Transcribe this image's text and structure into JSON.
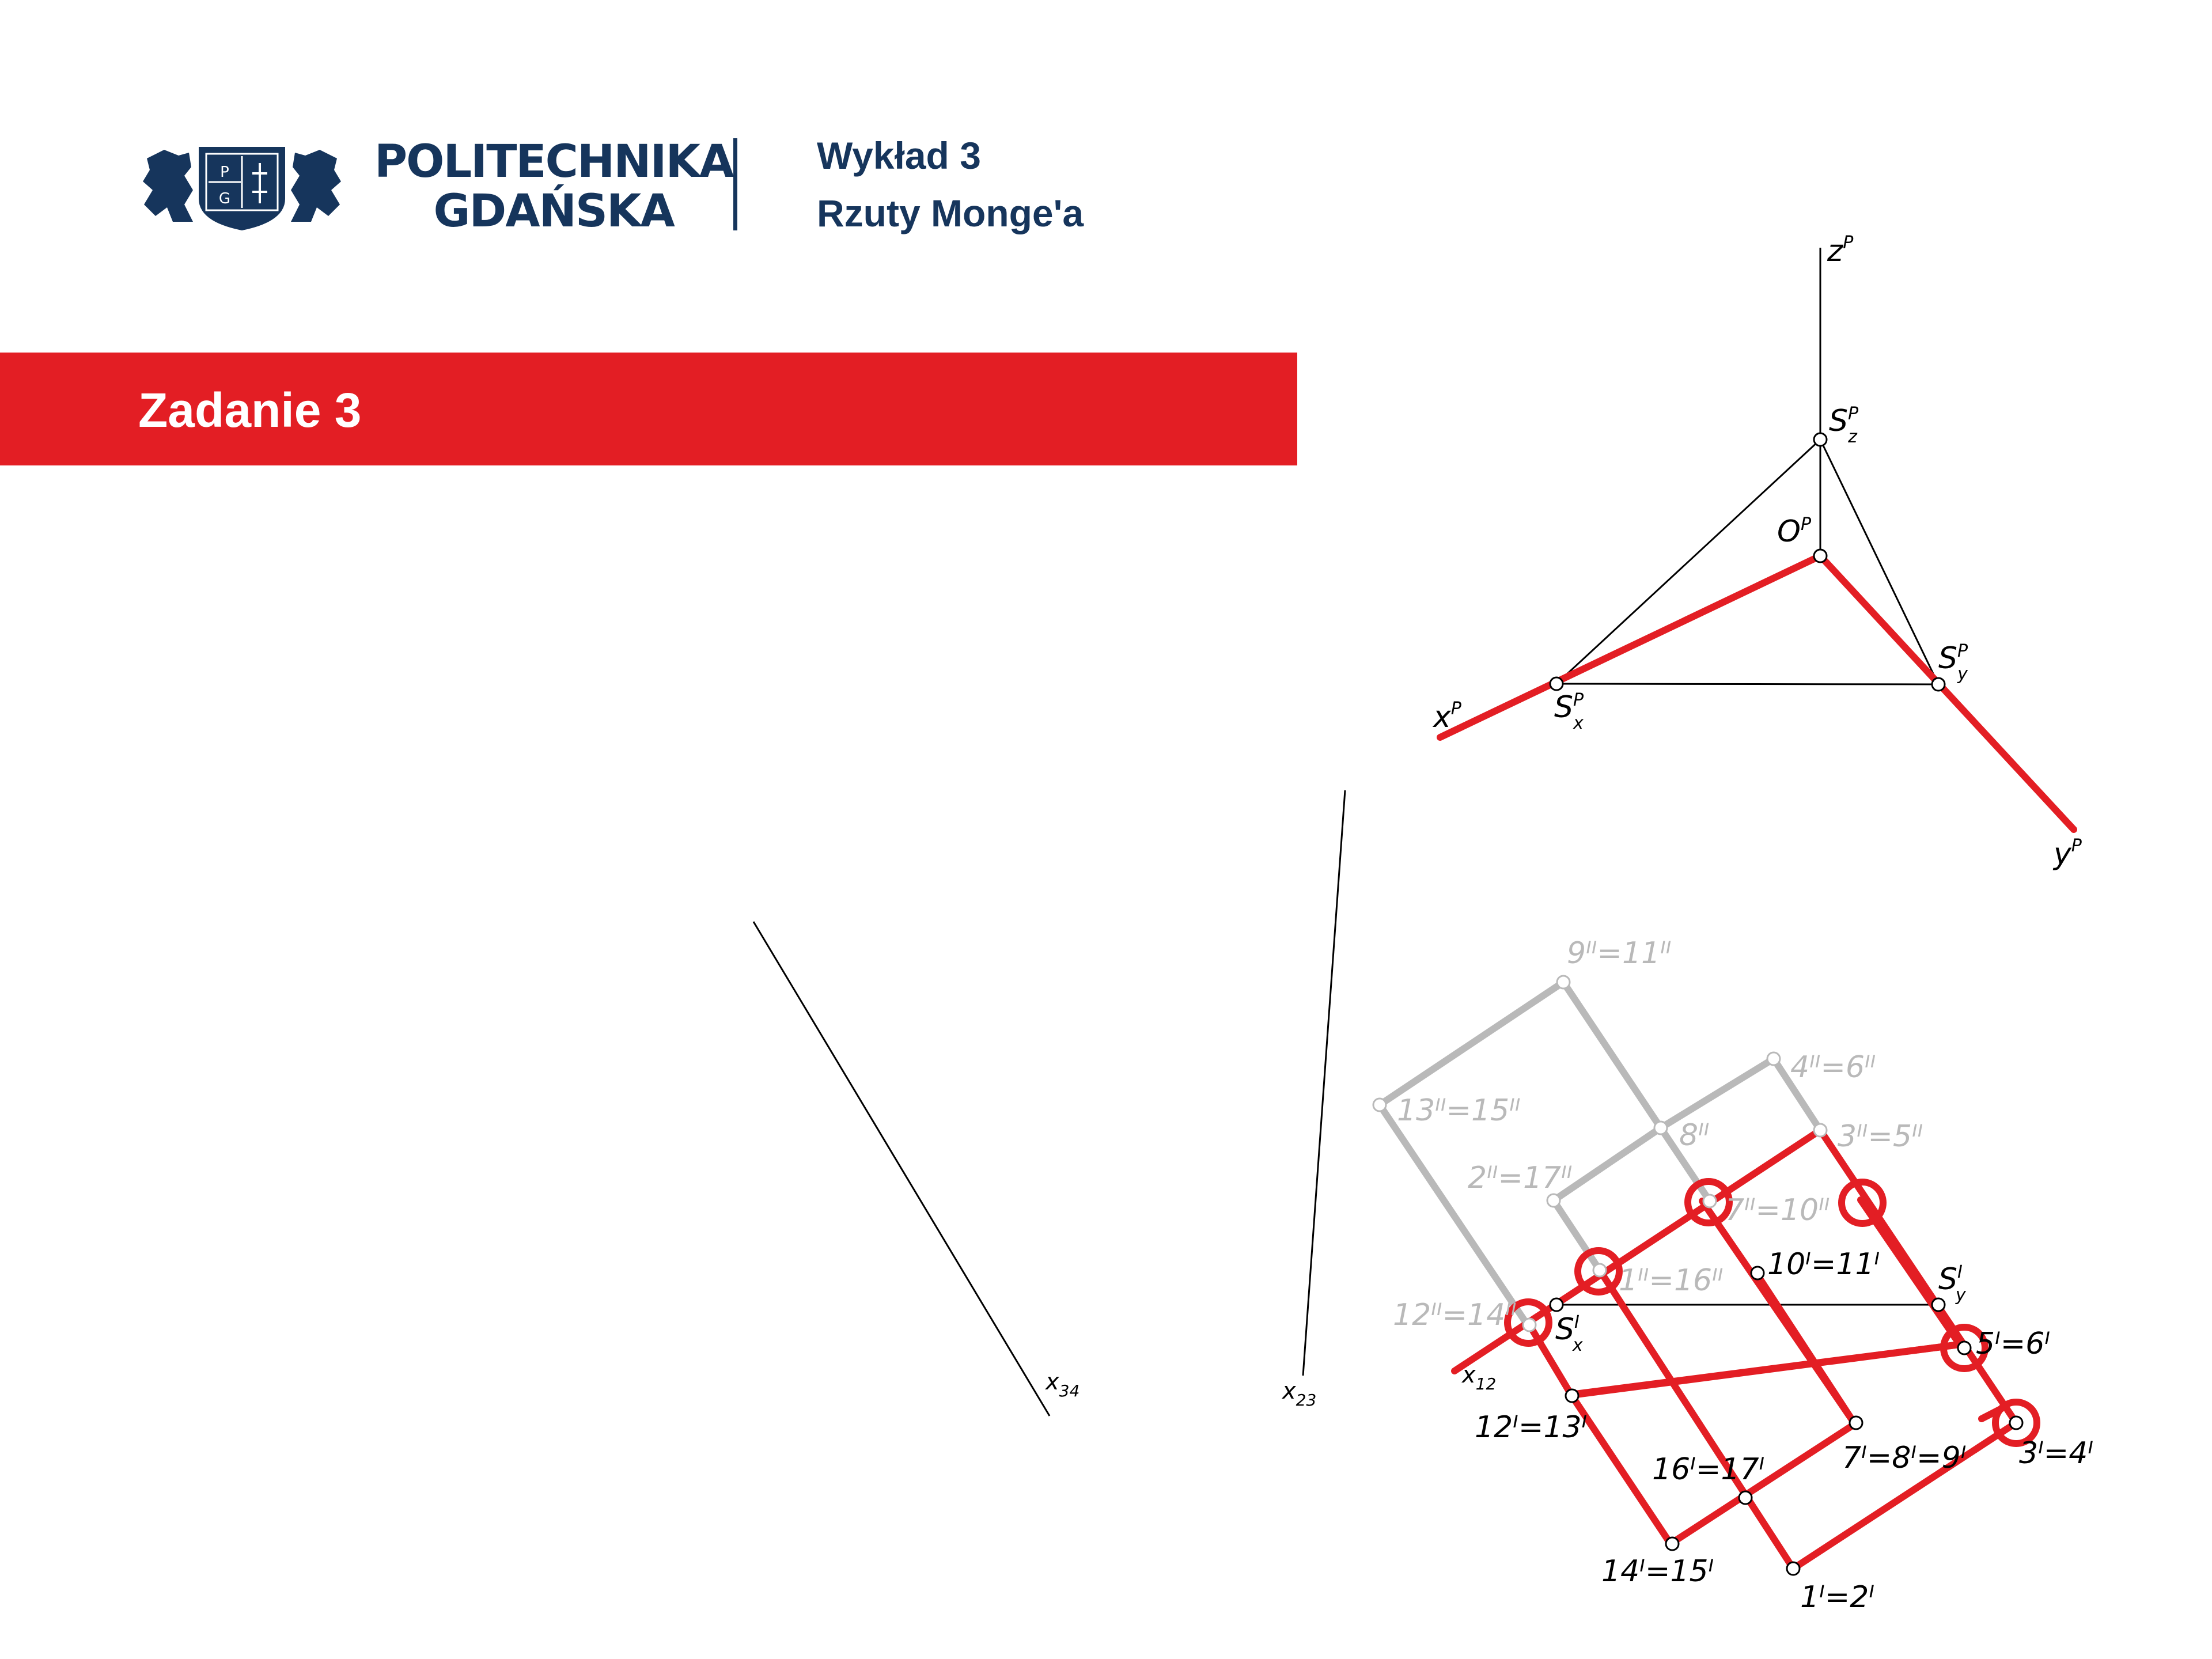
{
  "header": {
    "brand_line1": "POLITECHNIKA",
    "brand_line2": "GDAŃSKA",
    "lecture_number": "Wykład 3",
    "lecture_title": "Rzuty Monge'a",
    "logo_letters": [
      "P",
      "G"
    ]
  },
  "banner": {
    "title": "Zadanie 3"
  },
  "colors": {
    "brand_navy": "#16355c",
    "accent_red": "#e31e24",
    "ghost_gray": "#b9b9b9",
    "line_black": "#000000"
  },
  "axis_labels": {
    "zp": "z",
    "xp": "x",
    "yp": "y",
    "op": "O",
    "sz": "S",
    "sx": "S",
    "sy": "S",
    "sp": "P",
    "sz_sub": "z",
    "sx_sub": "x",
    "sy_sub": "y",
    "x34": "x",
    "x34_sub": "34",
    "x23": "x",
    "x23_sub": "23",
    "x12": "x",
    "x12_sub": "12",
    "sxi": "S",
    "sxi_sub": "x",
    "syi": "S",
    "syi_sub": "y",
    "si_prime": "I"
  },
  "point_labels": {
    "gray": [
      "9ᴵᴵ=11ᴵᴵ",
      "4ᴵᴵ=6ᴵᴵ",
      "13ᴵᴵ=15ᴵᴵ",
      "8ᴵᴵ",
      "3ᴵᴵ=5ᴵᴵ",
      "2ᴵᴵ=17ᴵᴵ",
      "7ᴵᴵ=10ᴵᴵ",
      "1ᴵᴵ=16ᴵᴵ",
      "12ᴵᴵ=14ᴵᴵ"
    ],
    "black": [
      "10ᴵ=11ᴵ",
      "5ᴵ=6ᴵ",
      "12ᴵ=13ᴵ",
      "7ᴵ=8ᴵ=9ᴵ",
      "3ᴵ=4ᴵ",
      "16ᴵ=17ᴵ",
      "14ᴵ=15ᴵ",
      "1ᴵ=2ᴵ"
    ]
  }
}
